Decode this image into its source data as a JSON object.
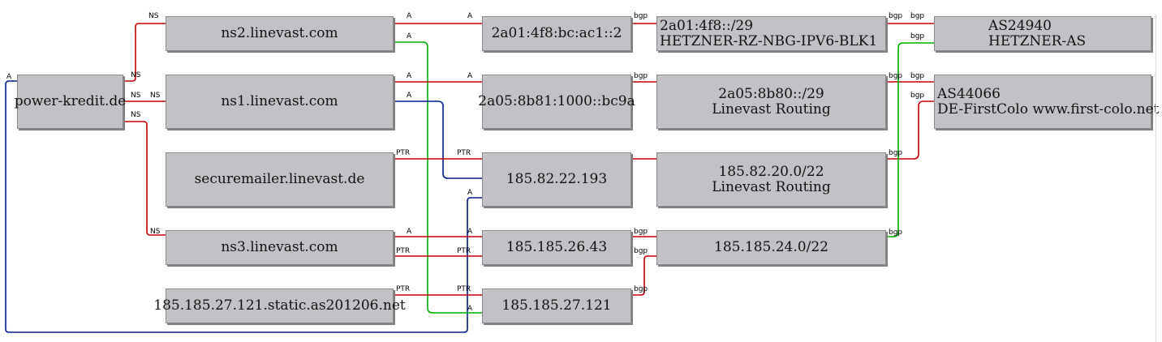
{
  "nodes": {
    "power_kredit": {
      "lines": [
        "power-kredit.de"
      ]
    },
    "ns2": {
      "lines": [
        "ns2.linevast.com"
      ]
    },
    "ns1": {
      "lines": [
        "ns1.linevast.com"
      ]
    },
    "securemailer": {
      "lines": [
        "securemailer.linevast.de"
      ]
    },
    "ns3": {
      "lines": [
        "ns3.linevast.com"
      ]
    },
    "static_host": {
      "lines": [
        "185.185.27.121.static.as201206.net"
      ]
    },
    "ip6_a": {
      "lines": [
        "2a01:4f8:bc:ac1::2"
      ]
    },
    "ip6_b": {
      "lines": [
        "2a05:8b81:1000::bc9a"
      ]
    },
    "ip4_a": {
      "lines": [
        "185.82.22.193"
      ]
    },
    "ip4_b": {
      "lines": [
        "185.185.26.43"
      ]
    },
    "ip4_c": {
      "lines": [
        "185.185.27.121"
      ]
    },
    "pfx_hetzner": {
      "lines": [
        "2a01:4f8::/29",
        "HETZNER-RZ-NBG-IPV6-BLK1"
      ]
    },
    "pfx_linevast6": {
      "lines": [
        "2a05:8b80::/29",
        "Linevast Routing"
      ]
    },
    "pfx_linevast4": {
      "lines": [
        "185.82.20.0/22",
        "Linevast Routing"
      ]
    },
    "pfx_24": {
      "lines": [
        "185.185.24.0/22"
      ]
    },
    "as_hetzner": {
      "lines": [
        "AS24940",
        "HETZNER-AS"
      ]
    },
    "as_firstcolo": {
      "lines": [
        "AS44066",
        "DE-FirstColo www.first-colo.net"
      ]
    }
  },
  "edge_labels": {
    "ns": "NS",
    "a": "A",
    "ptr": "PTR",
    "bgp": "bgp"
  },
  "colors": {
    "red": "#c40000",
    "green": "#00b000",
    "blue": "#001a8c",
    "node_fill": "#c3c1c5"
  }
}
